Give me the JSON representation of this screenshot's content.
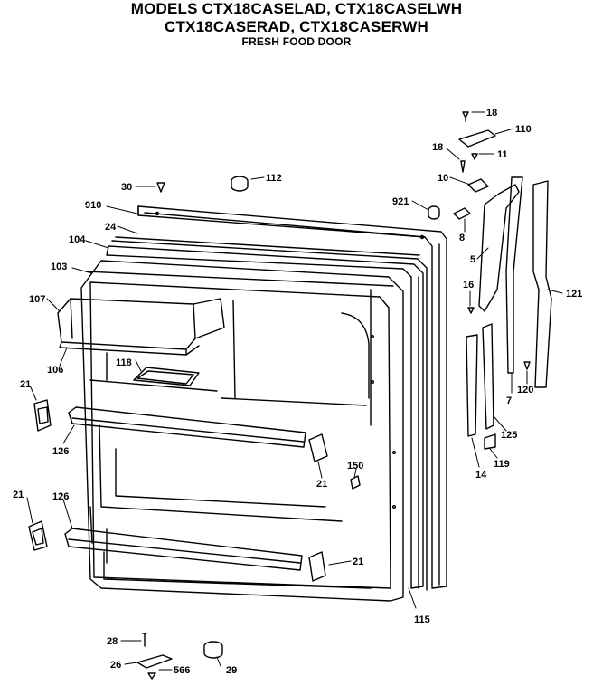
{
  "header": {
    "line1": "MODELS CTX18CASELAD, CTX18CASELWH",
    "line2": "CTX18CASERAD, CTX18CASERWH",
    "line3": "FRESH FOOD DOOR"
  },
  "callouts": {
    "p18a": "18",
    "p110": "110",
    "p18b": "18",
    "p11": "11",
    "p10": "10",
    "p921": "921",
    "p8": "8",
    "p5": "5",
    "p121": "121",
    "p16": "16",
    "p7": "7",
    "p120": "120",
    "p125": "125",
    "p119": "119",
    "p14": "14",
    "p30": "30",
    "p112": "112",
    "p910": "910",
    "p24": "24",
    "p104": "104",
    "p103": "103",
    "p107": "107",
    "p106": "106",
    "p118": "118",
    "p21a": "21",
    "p126a": "126",
    "p21b": "21",
    "p150": "150",
    "p21c": "21",
    "p126b": "126",
    "p21d": "21",
    "p115": "115",
    "p28": "28",
    "p26": "26",
    "p566": "566",
    "p29": "29"
  }
}
